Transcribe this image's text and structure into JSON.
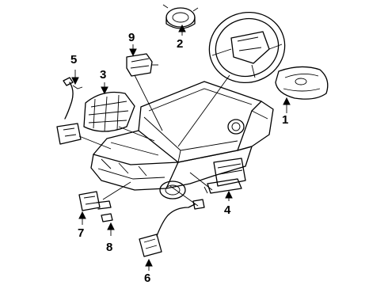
{
  "callouts": [
    {
      "id": "1",
      "label": "1",
      "part": "driver-airbag-module"
    },
    {
      "id": "2",
      "label": "2",
      "part": "spiral-cable-clock-spring"
    },
    {
      "id": "3",
      "label": "3",
      "part": "passenger-airbag-module"
    },
    {
      "id": "4",
      "label": "4",
      "part": "diagnosis-sensor-unit"
    },
    {
      "id": "5",
      "label": "5",
      "part": "passenger-airbag-harness"
    },
    {
      "id": "6",
      "label": "6",
      "part": "crash-zone-sensor-right"
    },
    {
      "id": "7",
      "label": "7",
      "part": "crash-zone-sensor-left"
    },
    {
      "id": "8",
      "label": "8",
      "part": "sensor-bracket"
    },
    {
      "id": "9",
      "label": "9",
      "part": "airbag-connector-module"
    }
  ]
}
